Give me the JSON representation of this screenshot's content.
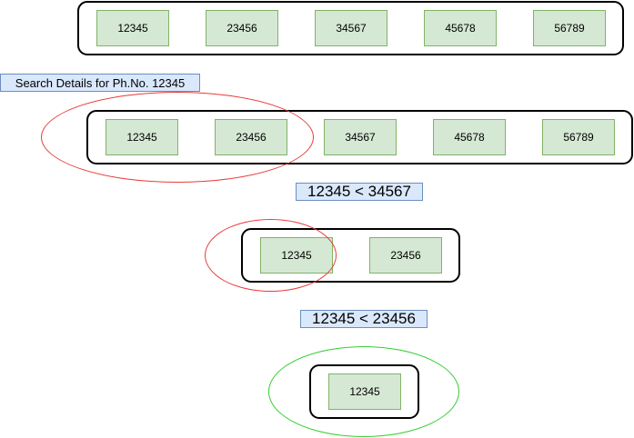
{
  "title_label": "Search Details for Ph.No. 12345",
  "rows": [
    {
      "values": [
        "12345",
        "23456",
        "34567",
        "45678",
        "56789"
      ]
    },
    {
      "values": [
        "12345",
        "23456",
        "34567",
        "45678",
        "56789"
      ]
    },
    {
      "values": [
        "12345",
        "23456"
      ]
    },
    {
      "values": [
        "12345"
      ]
    }
  ],
  "comparisons": [
    "12345 < 34567",
    "12345 < 23456"
  ],
  "colors": {
    "cell_fill": "#d5e8d4",
    "cell_border": "#82b366",
    "label_fill": "#dae8fc",
    "label_border": "#6c8ebf",
    "highlight_discard": "#ea3a3a",
    "highlight_found": "#33cc33"
  }
}
